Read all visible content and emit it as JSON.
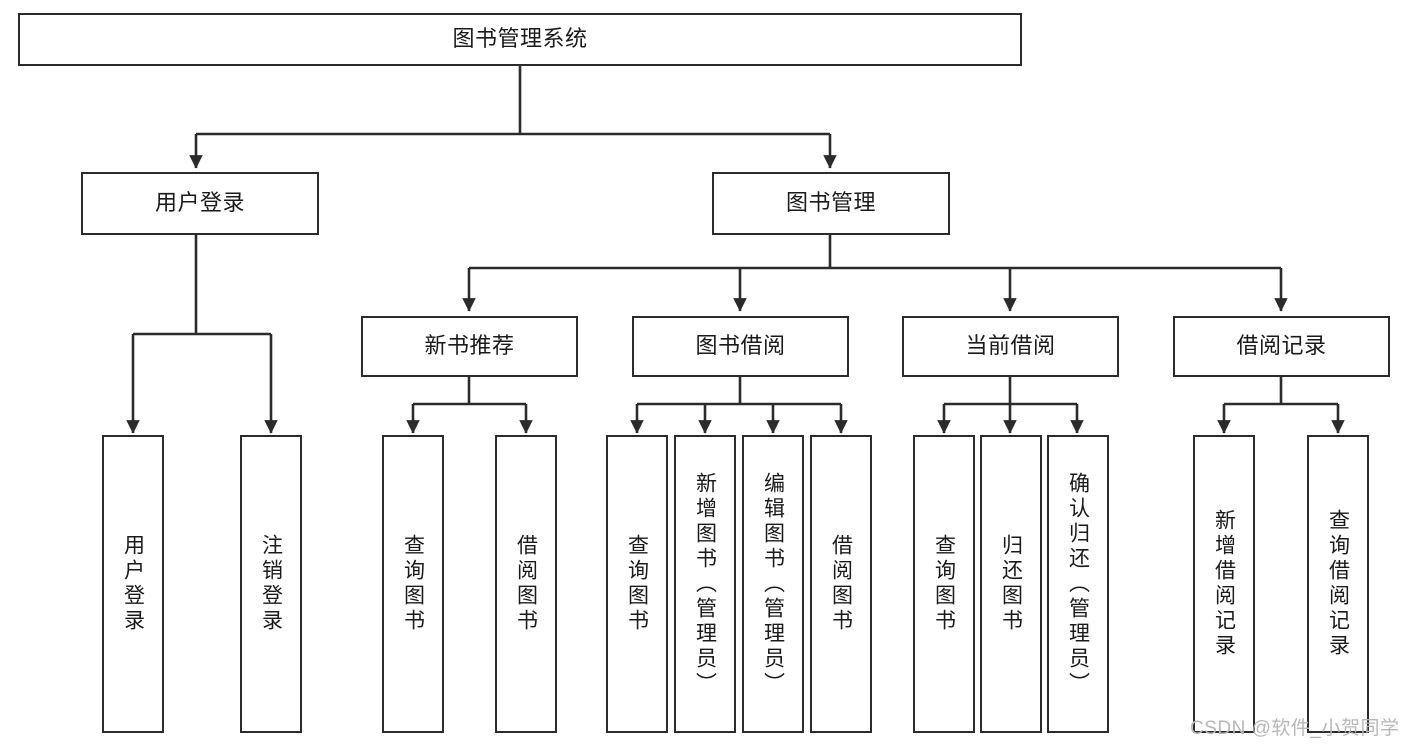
{
  "diagram": {
    "title": "图书管理系统",
    "type": "tree",
    "background": "#ffffff",
    "stroke_color": "#2b2b2b",
    "text_color": "#1a1a1a"
  },
  "nodes": {
    "root": {
      "label": "图书管理系统",
      "level": 1
    },
    "level2": [
      {
        "id": "user-login",
        "label": "用户登录"
      },
      {
        "id": "book-manage",
        "label": "图书管理"
      }
    ],
    "level3": [
      {
        "id": "new-book-recommend",
        "label": "新书推荐"
      },
      {
        "id": "book-borrow",
        "label": "图书借阅"
      },
      {
        "id": "current-borrow",
        "label": "当前借阅"
      },
      {
        "id": "borrow-record",
        "label": "借阅记录"
      }
    ],
    "leaves": {
      "user_login": [
        {
          "id": "leaf-user-login",
          "label": "用户登录"
        },
        {
          "id": "leaf-logout-login",
          "label": "注销登录"
        }
      ],
      "new_book_recommend": [
        {
          "id": "leaf-query-book-1",
          "label": "查询图书"
        },
        {
          "id": "leaf-borrow-book-1",
          "label": "借阅图书"
        }
      ],
      "book_borrow": [
        {
          "id": "leaf-query-book-2",
          "label": "查询图书"
        },
        {
          "id": "leaf-add-book",
          "label": "新增图书（管理员）"
        },
        {
          "id": "leaf-edit-book",
          "label": "编辑图书（管理员）"
        },
        {
          "id": "leaf-borrow-book-2",
          "label": "借阅图书"
        }
      ],
      "current_borrow": [
        {
          "id": "leaf-query-book-3",
          "label": "查询图书"
        },
        {
          "id": "leaf-return-book",
          "label": "归还图书"
        },
        {
          "id": "leaf-confirm-return",
          "label": "确认归还（管理员）"
        }
      ],
      "borrow_record": [
        {
          "id": "leaf-add-borrow-record",
          "label": "新增借阅记录"
        },
        {
          "id": "leaf-query-borrow-record",
          "label": "查询借阅记录"
        }
      ]
    }
  },
  "watermark": {
    "text": "CSDN @软件_小贺同学"
  }
}
